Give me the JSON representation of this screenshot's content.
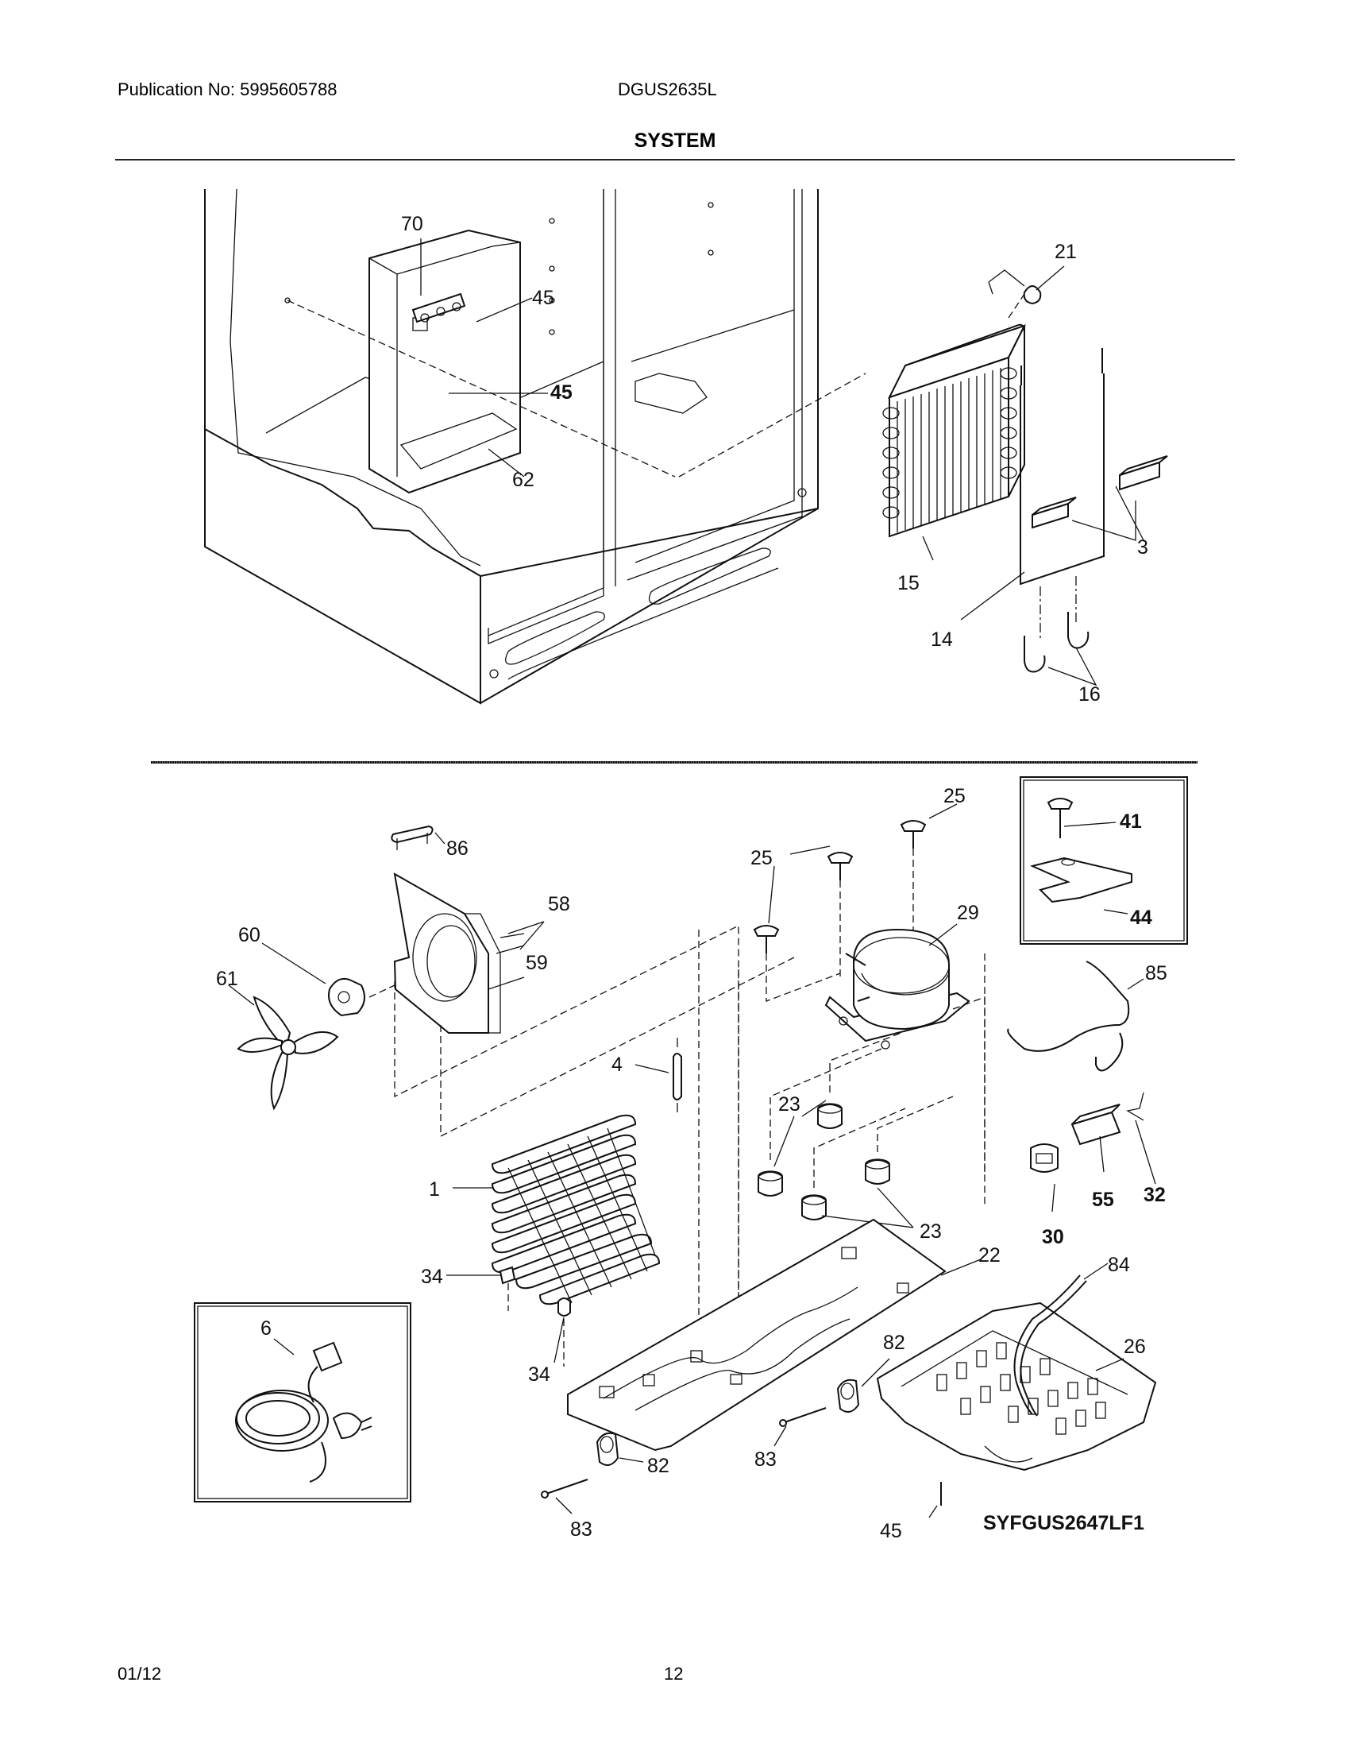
{
  "header": {
    "publication": "Publication No: 5995605788",
    "model": "DGUS2635L",
    "section_title": "SYSTEM"
  },
  "callouts": {
    "c70": "70",
    "c45a": "45",
    "c45b": "45",
    "c62": "62",
    "c21": "21",
    "c3": "3",
    "c15": "15",
    "c14": "14",
    "c16": "16",
    "c86": "86",
    "c58": "58",
    "c60": "60",
    "c59": "59",
    "c61": "61",
    "c25a": "25",
    "c25b": "25",
    "c29": "29",
    "c41": "41",
    "c44": "44",
    "c85": "85",
    "c4": "4",
    "c23a": "23",
    "c23b": "23",
    "c1": "1",
    "c55": "55",
    "c32": "32",
    "c30": "30",
    "c34a": "34",
    "c34b": "34",
    "c22": "22",
    "c84": "84",
    "c6": "6",
    "c82a": "82",
    "c26": "26",
    "c82b": "82",
    "c83a": "83",
    "c83b": "83",
    "c45c": "45"
  },
  "diagram_code": "SYFGUS2647LF1",
  "footer": {
    "date": "01/12",
    "page": "12"
  }
}
